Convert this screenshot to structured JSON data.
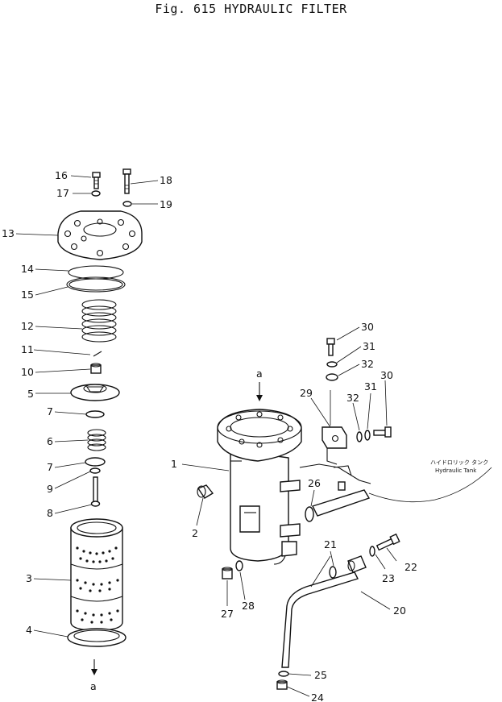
{
  "title": "Fig. 615   HYDRAULIC FILTER",
  "callouts": [
    "16",
    "17",
    "18",
    "19",
    "13",
    "14",
    "15",
    "12",
    "11",
    "10",
    "5",
    "7",
    "6",
    "7",
    "9",
    "8",
    "3",
    "4",
    "1",
    "2",
    "27",
    "28",
    "26",
    "21",
    "30",
    "31",
    "32",
    "29",
    "32",
    "31",
    "30",
    "22",
    "23",
    "20",
    "25",
    "24",
    "a",
    "a"
  ],
  "annotation": {
    "line1": "ハイドロリック タンク",
    "line2": "Hydraulic Tank"
  }
}
